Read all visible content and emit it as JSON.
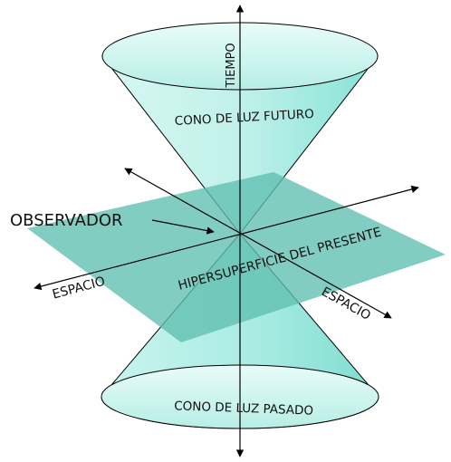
{
  "labels": {
    "time_axis": "TIEMPO",
    "future_cone": "CONO DE LUZ FUTURO",
    "past_cone": "CONO DE LUZ PASADO",
    "observer": "OBSERVADOR",
    "hypersurface": "HIPERSUPERFICIE DEL PRESENTE",
    "space_left": "ESPACIO",
    "space_right": "ESPACIO"
  },
  "colors": {
    "cone_fill_light": "#e6fbf8",
    "cone_fill_dark": "#7ee3d6",
    "plane_fill": "#5fbfb0",
    "line": "#000000"
  }
}
